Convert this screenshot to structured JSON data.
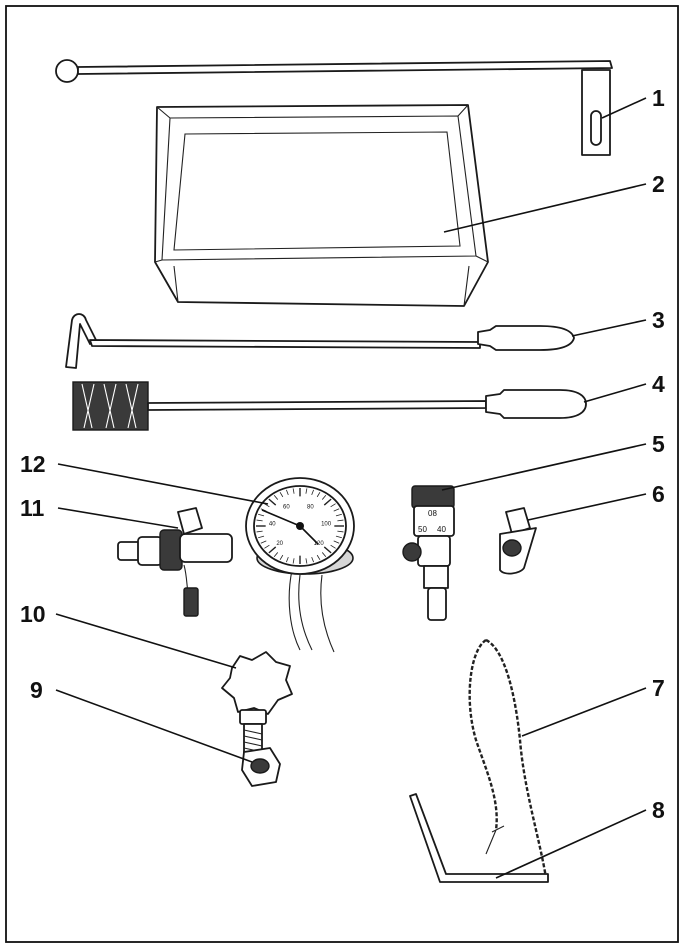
{
  "colors": {
    "ink": "#111111",
    "paper": "#ffffff",
    "shade": "#d6d6d6"
  },
  "callouts": [
    {
      "id": "1",
      "label": "1"
    },
    {
      "id": "2",
      "label": "2"
    },
    {
      "id": "3",
      "label": "3"
    },
    {
      "id": "4",
      "label": "4"
    },
    {
      "id": "5",
      "label": "5"
    },
    {
      "id": "6",
      "label": "6"
    },
    {
      "id": "7",
      "label": "7"
    },
    {
      "id": "8",
      "label": "8"
    },
    {
      "id": "9",
      "label": "9"
    },
    {
      "id": "10",
      "label": "10"
    },
    {
      "id": "11",
      "label": "11"
    },
    {
      "id": "12",
      "label": "12"
    }
  ],
  "gauge": {
    "ticks": [
      "20",
      "40",
      "60",
      "80",
      "100",
      "120"
    ]
  },
  "valve": {
    "ticks": [
      "50",
      "40",
      "08"
    ]
  }
}
